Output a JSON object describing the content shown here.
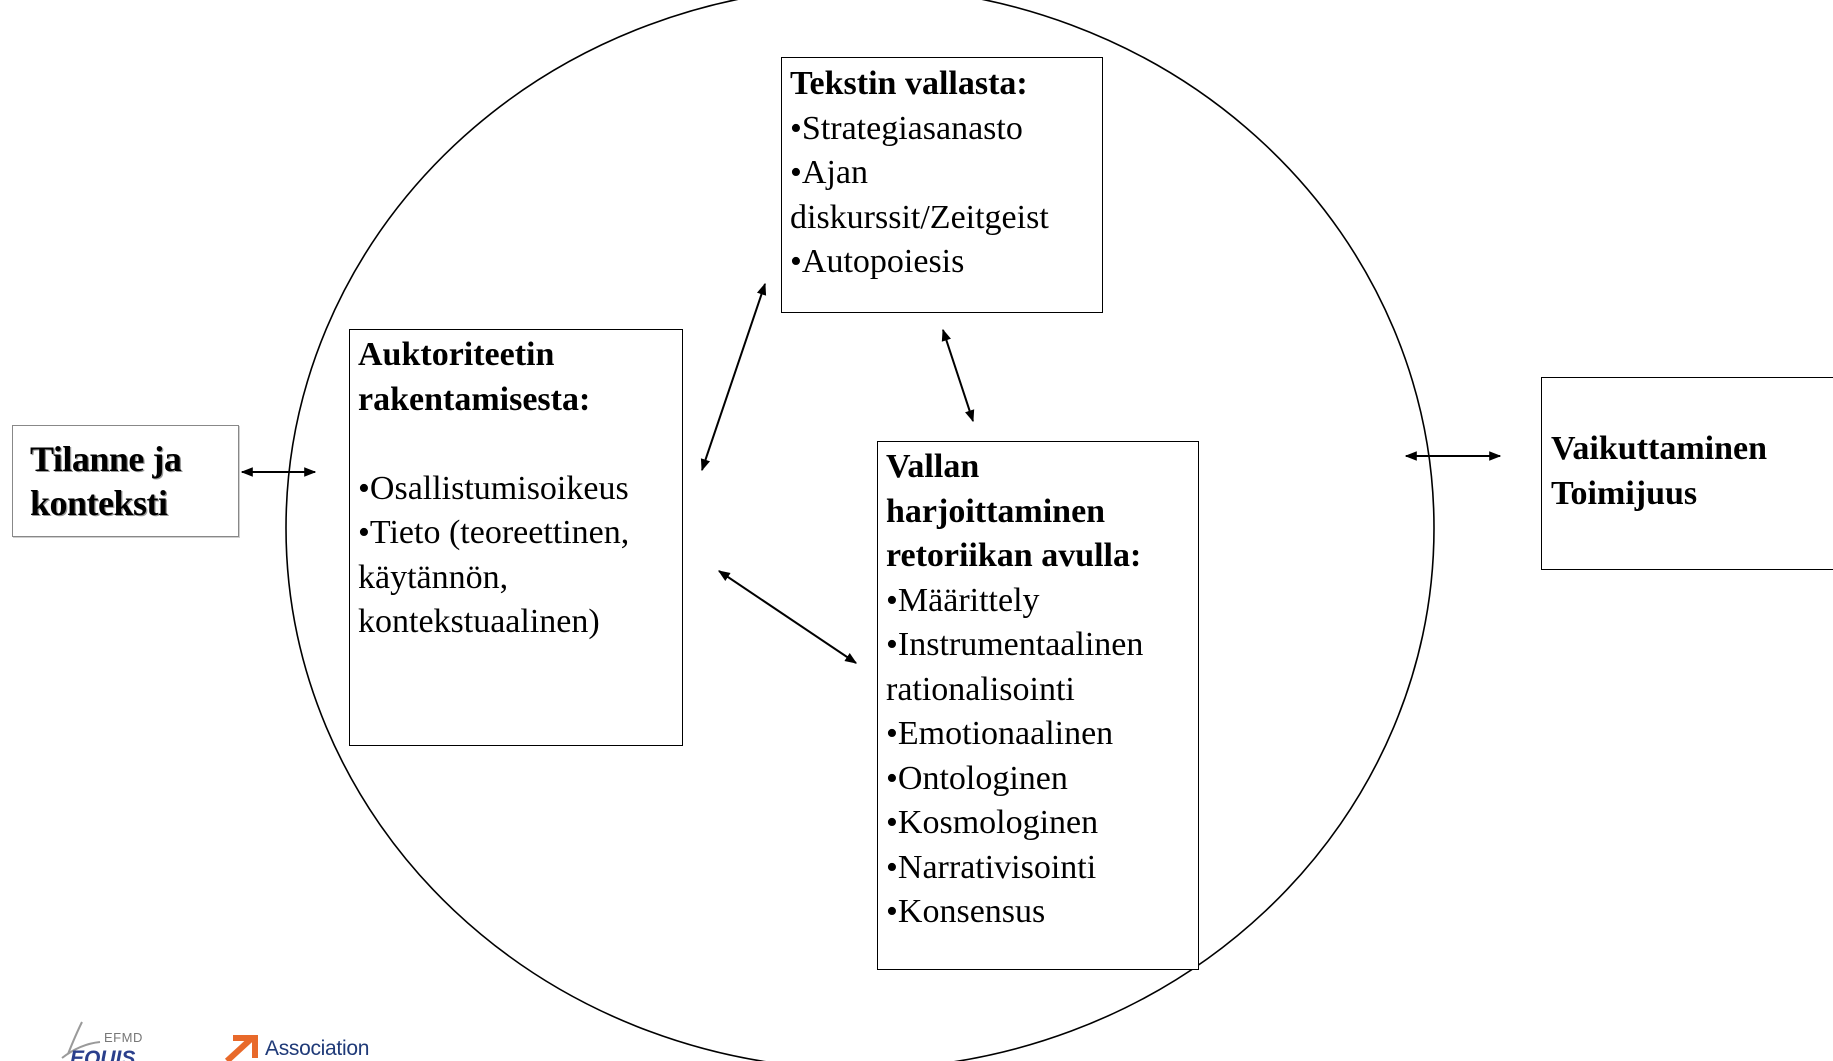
{
  "outer_left_box": {
    "lines": [
      "Tilanne ja",
      "konteksti"
    ]
  },
  "text_power_box": {
    "title": "Tekstin vallasta:",
    "items": [
      "•Strategiasanasto",
      "•Ajan",
      "diskurssit/Zeitgeist",
      "•Autopoiesis"
    ]
  },
  "authority_box": {
    "title_lines": [
      "Auktoriteetin",
      "rakentamisesta:"
    ],
    "items": [
      "•Osallistumisoikeus",
      "•Tieto (teoreettinen,",
      "käytännön,",
      "kontekstuaalinen)"
    ]
  },
  "rhetoric_box": {
    "title_lines": [
      "Vallan",
      "harjoittaminen",
      "retoriikan avulla:"
    ],
    "items": [
      "•Määrittely",
      "•Instrumentaalinen",
      "rationalisointi",
      "•Emotionaalinen",
      "•Ontologinen",
      "•Kosmologinen",
      "•Narrativisointi",
      "•Konsensus"
    ]
  },
  "outer_right_box": {
    "lines": [
      "Vaikuttaminen",
      "Toimijuus"
    ]
  },
  "logos": {
    "efmd_small": "EFMD",
    "efmd_main": "EQUIS",
    "association": "Association"
  },
  "colors": {
    "line": "#000000",
    "background": "#ffffff",
    "logo_orange": "#e8692a",
    "logo_blue": "#2a3f8c"
  }
}
